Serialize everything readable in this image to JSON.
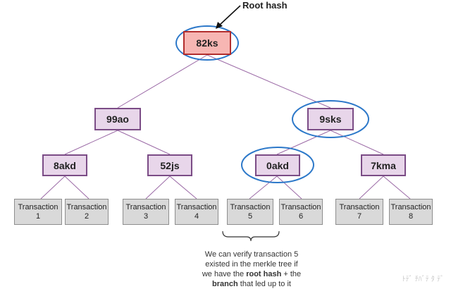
{
  "root_label": "Root hash",
  "nodes": {
    "root": "82ks",
    "l1_left": "99ao",
    "l1_right": "9sks",
    "l2_a": "8akd",
    "l2_b": "52js",
    "l2_c": "0akd",
    "l2_d": "7kma"
  },
  "transactions": [
    {
      "label": "Transaction",
      "number": "1"
    },
    {
      "label": "Transaction",
      "number": "2"
    },
    {
      "label": "Transaction",
      "number": "3"
    },
    {
      "label": "Transaction",
      "number": "4"
    },
    {
      "label": "Transaction",
      "number": "5"
    },
    {
      "label": "Transaction",
      "number": "6"
    },
    {
      "label": "Transaction",
      "number": "7"
    },
    {
      "label": "Transaction",
      "number": "8"
    }
  ],
  "caption": {
    "line1": "We can verify transaction 5",
    "line2": "existed in the merkle tree if",
    "line3_prefix": "we have the ",
    "line3_bold1": "root hash",
    "line3_mid": " + the",
    "line4_bold": "branch",
    "line4_suffix": " that led up to it"
  },
  "watermark": "ﾄﾃﾞ ﾁﾊﾞﾃ ﾀ ﾃﾞ",
  "colors": {
    "edge": "#9b6aa6",
    "highlight": "#2c78c9",
    "root_fill": "#f7b6b3",
    "hash_fill": "#e8d6ea",
    "tx_fill": "#d9d9d9"
  }
}
